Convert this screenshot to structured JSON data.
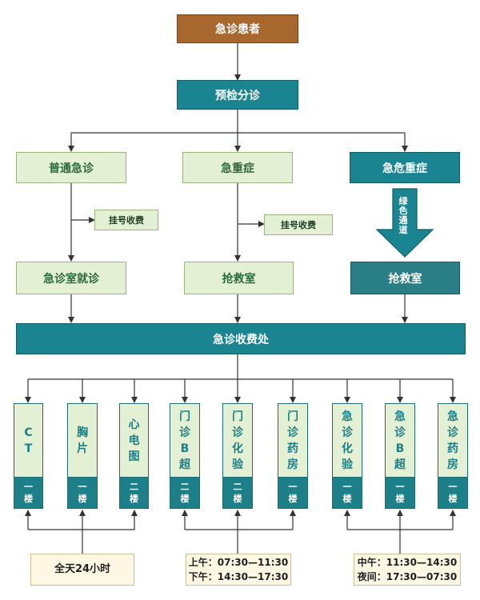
{
  "nodes": {
    "patient": "急诊患者",
    "triage": "预检分诊",
    "general": "普通急诊",
    "severe": "急重症",
    "critical": "急危重症",
    "register_left": "挂号收费",
    "register_mid": "挂号收费",
    "green_channel": "绿色通道",
    "er_visit": "急诊室就诊",
    "rescue_mid": "抢救室",
    "rescue_right": "抢救室",
    "cashier": "急诊收费处"
  },
  "departments": [
    {
      "name": "CT",
      "floor": "一楼"
    },
    {
      "name": "胸片",
      "floor": "一楼"
    },
    {
      "name": "心电图",
      "floor": "二楼"
    },
    {
      "name": "门诊B超",
      "floor": "二楼"
    },
    {
      "name": "门诊化验",
      "floor": "二楼"
    },
    {
      "name": "门诊药房",
      "floor": "一楼"
    },
    {
      "name": "急诊化验",
      "floor": "一楼"
    },
    {
      "name": "急诊B超",
      "floor": "一楼"
    },
    {
      "name": "急诊药房",
      "floor": "一楼"
    }
  ],
  "hours": {
    "all_day": "全天24小时",
    "clinic_line1": "上午：07:30—11:30",
    "clinic_line2": "下午：14:30—17:30",
    "er_line1": "中午：11:30—14:30",
    "er_line2": "夜间：17:30—07:30"
  },
  "colors": {
    "brown": "#a8672c",
    "teal": "#1a8490",
    "light_green": "#e4f0d4",
    "cream": "#fdf7e3",
    "line": "#333333"
  }
}
